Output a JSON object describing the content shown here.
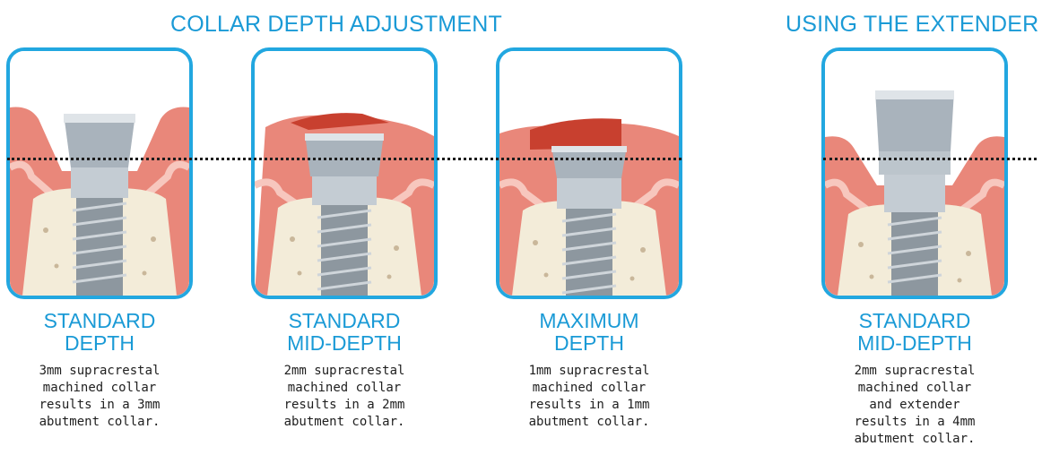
{
  "headings": {
    "collar": "COLLAR DEPTH ADJUSTMENT",
    "extender": "USING THE EXTENDER"
  },
  "colors": {
    "accent": "#22a7e0",
    "heading_text": "#1a9ad6",
    "gum": "#e9877a",
    "gum_dark": "#c8402f",
    "bone": "#f3ecd9",
    "metal": "#a9b3bc"
  },
  "panels": [
    {
      "title_line1": "STANDARD",
      "title_line2": "DEPTH",
      "desc": [
        "3mm supracrestal",
        "machined collar",
        "results in a 3mm",
        "abutment collar."
      ]
    },
    {
      "title_line1": "STANDARD",
      "title_line2": "MID-DEPTH",
      "desc": [
        "2mm supracrestal",
        "machined collar",
        "results in a 2mm",
        "abutment collar."
      ]
    },
    {
      "title_line1": "MAXIMUM",
      "title_line2": "DEPTH",
      "desc": [
        "1mm supracrestal",
        "machined collar",
        "results in a 1mm",
        "abutment collar."
      ]
    },
    {
      "title_line1": "STANDARD",
      "title_line2": "MID-DEPTH",
      "desc": [
        "2mm supracrestal",
        "machined collar",
        "and extender",
        "results in a 4mm",
        "abutment collar."
      ]
    }
  ]
}
